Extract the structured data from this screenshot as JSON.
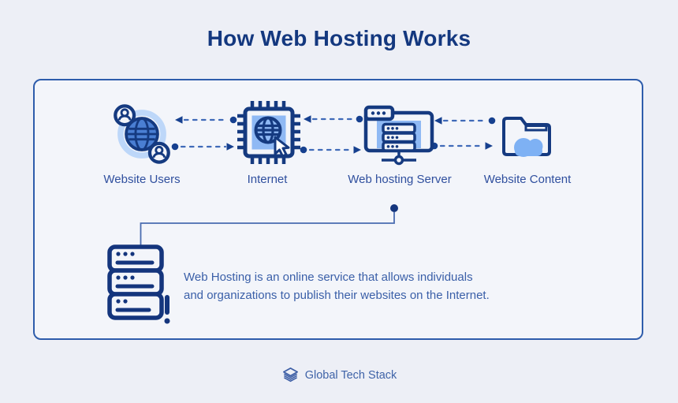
{
  "title": "How Web Hosting Works",
  "nodes": [
    {
      "label": "Website Users",
      "icon": "users-globe-icon"
    },
    {
      "label": "Internet",
      "icon": "chip-globe-cursor-icon"
    },
    {
      "label": "Web hosting Server",
      "icon": "browser-server-icon"
    },
    {
      "label": "Website Content",
      "icon": "folder-cloud-icon"
    }
  ],
  "flow": {
    "arrow_pairs": "bidirectional dashed arrows between each adjacent node (top arrow points left, bottom arrow points right)",
    "callout_target": "Web hosting Server"
  },
  "description": {
    "line1": "Web Hosting is an online service that allows individuals",
    "line2": "and organizations to publish their websites on the Internet."
  },
  "footer": {
    "brand": "Global Tech Stack"
  },
  "colors": {
    "page_bg": "#edeff6",
    "card_bg": "#f3f5fa",
    "card_border": "#2e5cab",
    "navy": "#153a80",
    "title_navy": "#14387f",
    "label_blue": "#2f4f9e",
    "text_blue": "#3a5fa8",
    "dash_blue": "#3f6ab8",
    "light_blue": "#8fb9f4",
    "pale_blue_ring": "#bdd7f9",
    "cloud_blue": "#7eb1f4",
    "globe_fill": "#4a7fd3"
  }
}
